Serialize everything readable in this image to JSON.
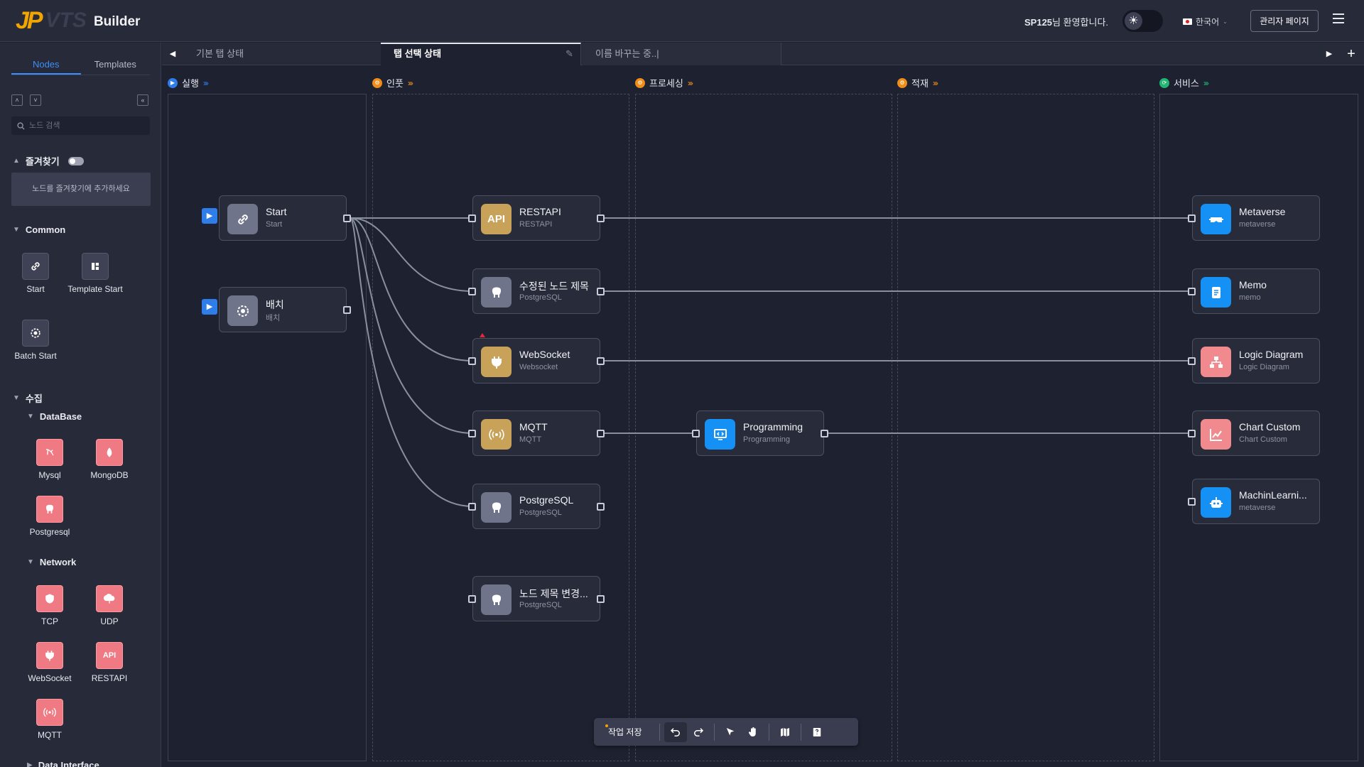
{
  "header": {
    "logo_mark": "JP",
    "logo_product": "VTS",
    "logo_suffix": "Builder",
    "welcome_user": "SP125",
    "welcome_text": "님 환영합니다.",
    "language": "한국어",
    "admin_button": "관리자 페이지"
  },
  "sidebar": {
    "tabs": [
      "Nodes",
      "Templates"
    ],
    "active_tab": "Nodes",
    "search_placeholder": "노드 검색",
    "favorites_title": "즐겨찾기",
    "favorites_empty": "노드를 즐겨찾기에 추가하세요",
    "common_title": "Common",
    "common_items": [
      "Start",
      "Template Start",
      "Batch Start"
    ],
    "collect_title": "수집",
    "database_title": "DataBase",
    "database_items": [
      "Mysql",
      "MongoDB",
      "Postgresql"
    ],
    "network_title": "Network",
    "network_items": [
      "TCP",
      "UDP",
      "WebSocket",
      "RESTAPI",
      "MQTT"
    ],
    "data_interface_title": "Data Interface"
  },
  "tabs": {
    "items": [
      "기본 탭 상태",
      "탭 선택 상태",
      "이름 바꾸는 중..|"
    ],
    "active": "탭 선택 상태"
  },
  "columns": [
    {
      "label": "실행",
      "color": "#2f7de8",
      "chev_color": "#2f7de8"
    },
    {
      "label": "인풋",
      "color": "#f08c1a",
      "chev_color": "#f08c1a"
    },
    {
      "label": "프로세싱",
      "color": "#f08c1a",
      "chev_color": "#f08c1a"
    },
    {
      "label": "적재",
      "color": "#f08c1a",
      "chev_color": "#f08c1a"
    },
    {
      "label": "서비스",
      "color": "#22b573",
      "chev_color": "#22b573"
    }
  ],
  "nodes": {
    "start": {
      "title": "Start",
      "sub": "Start"
    },
    "batch": {
      "title": "배치",
      "sub": "배치"
    },
    "restapi": {
      "title": "RESTAPI",
      "sub": "RESTAPI",
      "icon_text": "API"
    },
    "pg_renamed": {
      "title": "수정된 노드 제목",
      "sub": "PostgreSQL"
    },
    "websocket": {
      "title": "WebSocket",
      "sub": "Websocket"
    },
    "mqtt": {
      "title": "MQTT",
      "sub": "MQTT"
    },
    "postgresql": {
      "title": "PostgreSQL",
      "sub": "PostgreSQL"
    },
    "pg_title_change": {
      "title": "노드 제목 변경...",
      "sub": "PostgreSQL"
    },
    "programming": {
      "title": "Programming",
      "sub": "Programming"
    },
    "metaverse": {
      "title": "Metaverse",
      "sub": "metaverse"
    },
    "memo": {
      "title": "Memo",
      "sub": "memo"
    },
    "logic_diagram": {
      "title": "Logic Diagram",
      "sub": "Logic Diagram"
    },
    "chart_custom": {
      "title": "Chart Custom",
      "sub": "Chart Custom"
    },
    "machine_learning": {
      "title": "MachinLearni...",
      "sub": "metaverse"
    }
  },
  "toolbar": {
    "save_label": "작업 저장"
  },
  "colors": {
    "accent": "#3d8ef8",
    "brand": "#f2a400",
    "canvas_bg": "#1e2130"
  }
}
